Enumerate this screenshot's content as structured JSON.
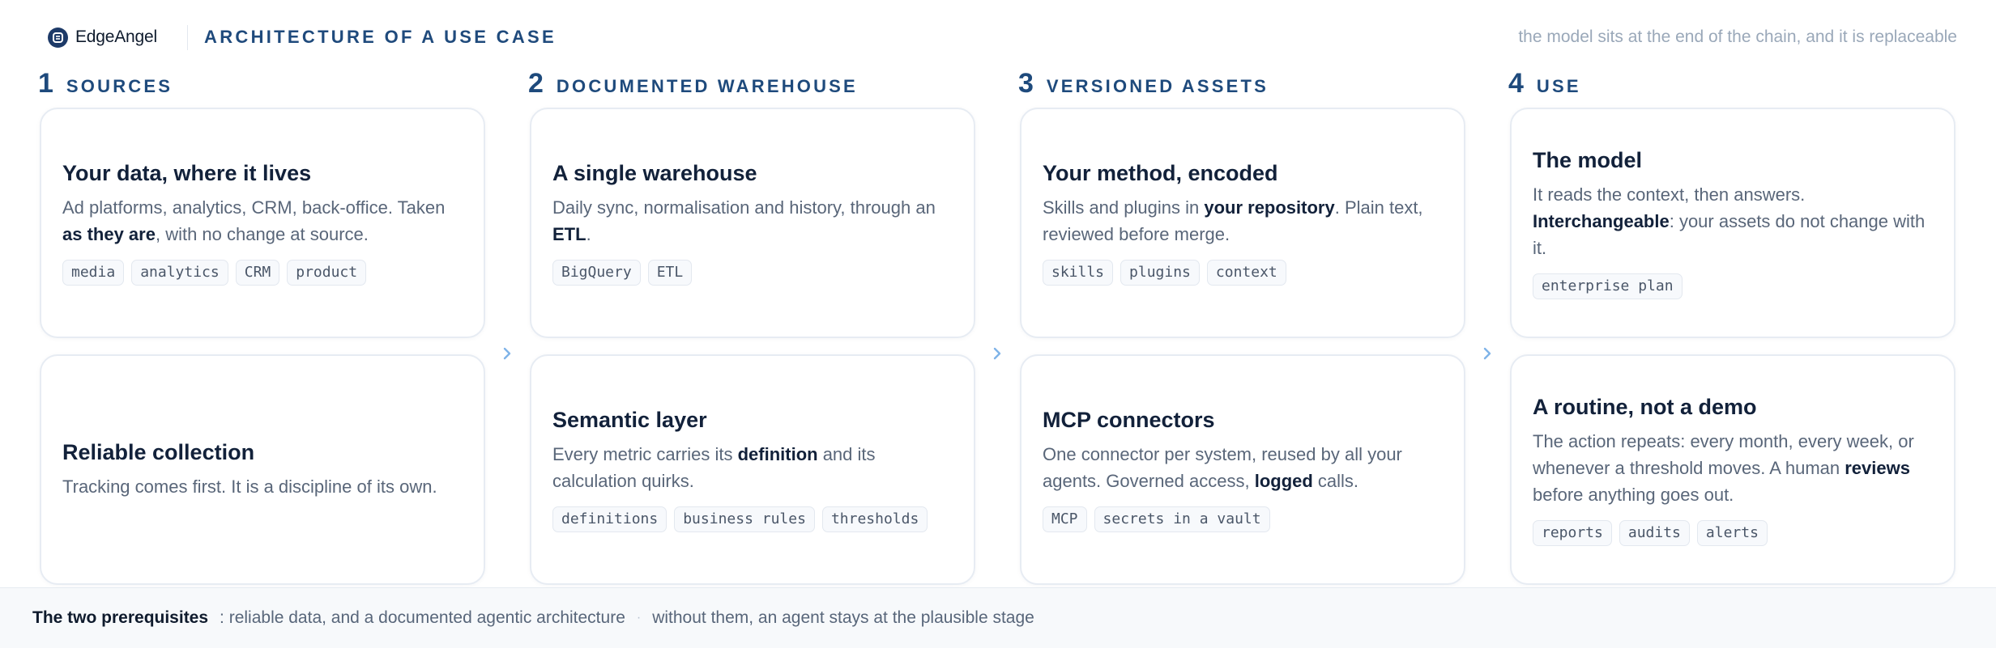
{
  "header": {
    "brand": "EdgeAngel",
    "title": "ARCHITECTURE OF A USE CASE",
    "tagline": "the model sits at the end of the chain, and it is replaceable"
  },
  "stages": [
    {
      "number": "1",
      "title": "SOURCES",
      "cards": [
        {
          "title": "Your data, where it lives",
          "body": [
            {
              "text": "Ad platforms, analytics, CRM, back-office. Taken "
            },
            {
              "text": "as they are",
              "bold": true
            },
            {
              "text": ", with no change at source."
            }
          ],
          "tags": [
            "media",
            "analytics",
            "CRM",
            "product"
          ]
        },
        {
          "title": "Reliable collection",
          "body": [
            {
              "text": "Tracking comes first. It is a discipline of its own."
            }
          ],
          "tags": []
        }
      ]
    },
    {
      "number": "2",
      "title": "DOCUMENTED WAREHOUSE",
      "cards": [
        {
          "title": "A single warehouse",
          "body": [
            {
              "text": "Daily sync, normalisation and history, through an "
            },
            {
              "text": "ETL",
              "bold": true
            },
            {
              "text": "."
            }
          ],
          "tags": [
            "BigQuery",
            "ETL"
          ]
        },
        {
          "title": "Semantic layer",
          "body": [
            {
              "text": "Every metric carries its "
            },
            {
              "text": "definition",
              "bold": true
            },
            {
              "text": " and its calculation quirks."
            }
          ],
          "tags": [
            "definitions",
            "business rules",
            "thresholds"
          ]
        }
      ]
    },
    {
      "number": "3",
      "title": "VERSIONED ASSETS",
      "cards": [
        {
          "title": "Your method, encoded",
          "body": [
            {
              "text": "Skills and plugins in "
            },
            {
              "text": "your repository",
              "bold": true
            },
            {
              "text": ". Plain text, reviewed before merge."
            }
          ],
          "tags": [
            "skills",
            "plugins",
            "context"
          ]
        },
        {
          "title": "MCP connectors",
          "body": [
            {
              "text": "One connector per system, reused by all your agents. Governed access, "
            },
            {
              "text": "logged",
              "bold": true
            },
            {
              "text": " calls."
            }
          ],
          "tags": [
            "MCP",
            "secrets in a vault"
          ]
        }
      ]
    },
    {
      "number": "4",
      "title": "USE",
      "cards": [
        {
          "title": "The model",
          "body": [
            {
              "text": "It reads the context, then answers. "
            },
            {
              "text": "Interchangeable",
              "bold": true
            },
            {
              "text": ": your assets do not change with it."
            }
          ],
          "tags": [
            "enterprise plan"
          ]
        },
        {
          "title": "A routine, not a demo",
          "body": [
            {
              "text": "The action repeats: every month, every week, or whenever a threshold moves. A human "
            },
            {
              "text": "reviews",
              "bold": true
            },
            {
              "text": " before anything goes out."
            }
          ],
          "tags": [
            "reports",
            "audits",
            "alerts"
          ]
        }
      ]
    }
  ],
  "footer": {
    "title": "The two prerequisites",
    "text_1": ": reliable data, and a documented agentic architecture",
    "separator": "·",
    "text_2": "without them, an agent stays at the plausible stage"
  },
  "colors": {
    "accent": "#1e4a7c",
    "arrow": "#7fb3e8",
    "card_border": "#e7ecf3",
    "muted_text": "#596679"
  }
}
